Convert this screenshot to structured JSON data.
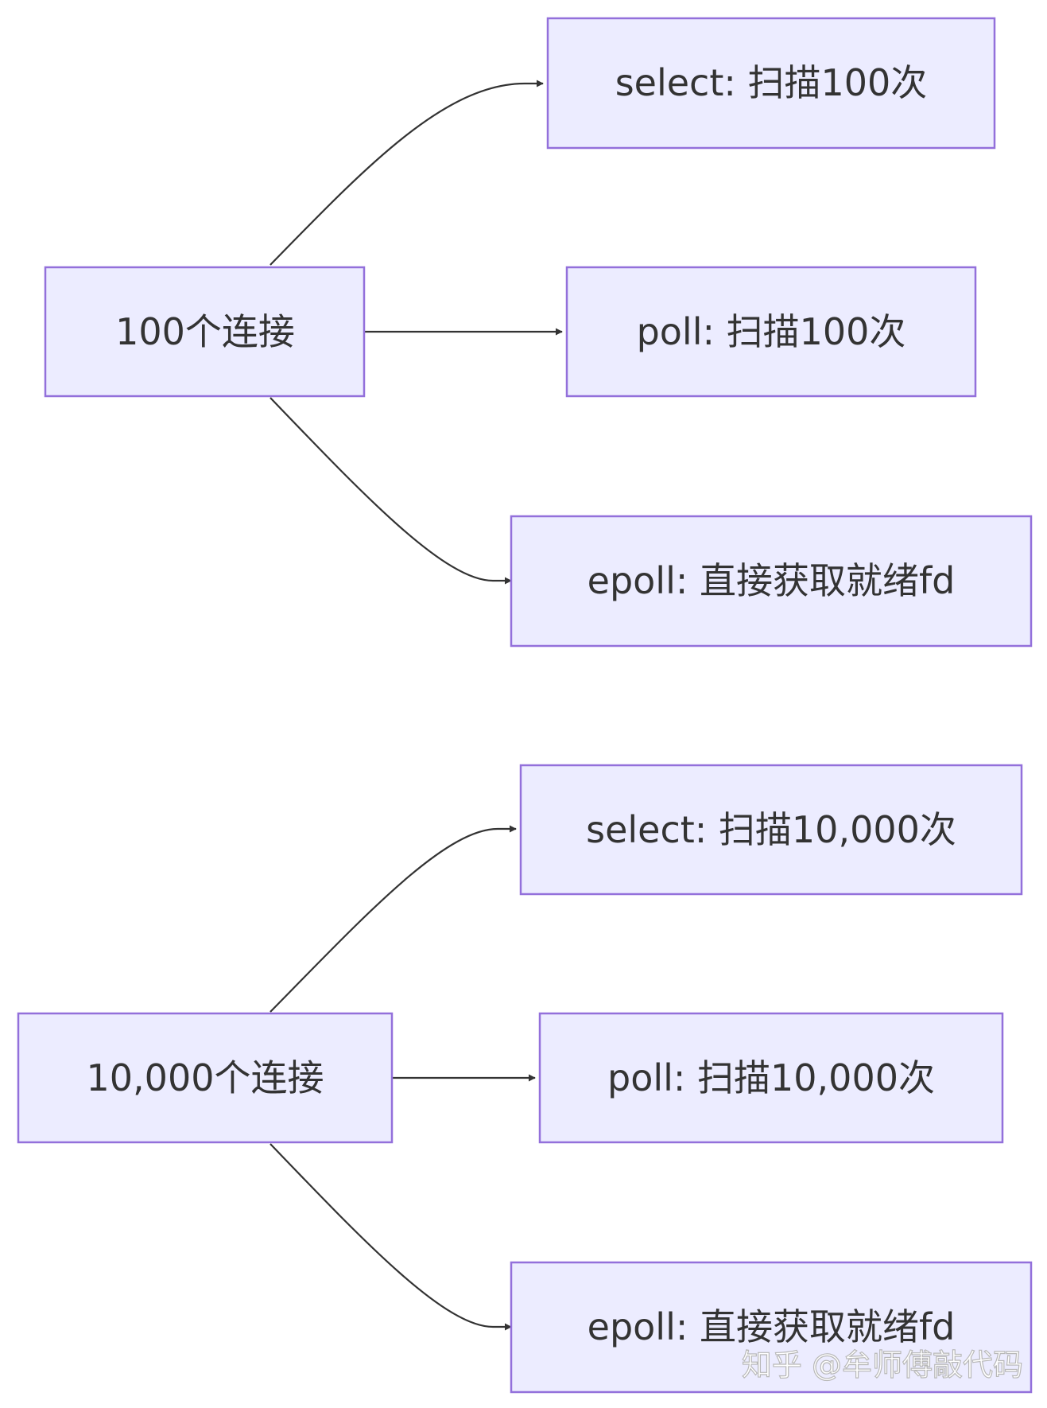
{
  "groups": [
    {
      "source": "100个连接",
      "targets": [
        "select: 扫描100次",
        "poll: 扫描100次",
        "epoll: 直接获取就绪fd"
      ]
    },
    {
      "source": "10,000个连接",
      "targets": [
        "select: 扫描10,000次",
        "poll: 扫描10,000次",
        "epoll: 直接获取就绪fd"
      ]
    }
  ],
  "watermark": "知乎 @牟师傅敲代码",
  "colors": {
    "node_fill": "#ECECFF",
    "node_border": "#9370DB",
    "edge": "#333333",
    "text": "#333333"
  }
}
